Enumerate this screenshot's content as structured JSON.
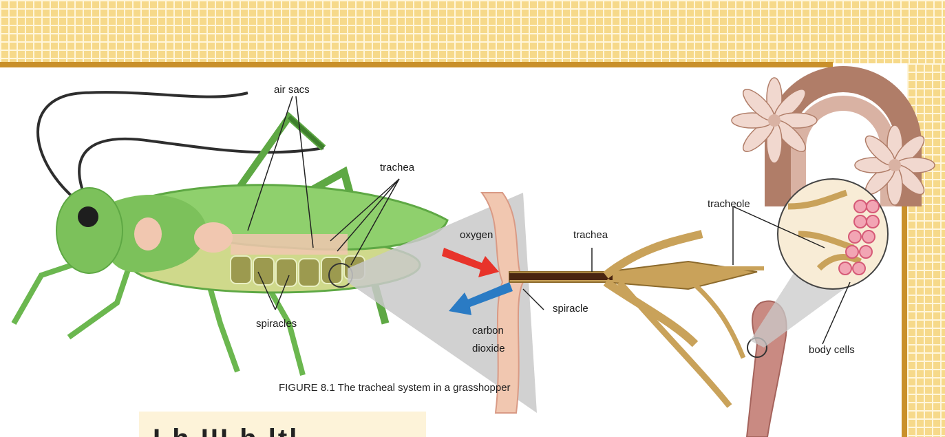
{
  "labels": {
    "air_sacs": "air sacs",
    "trachea_left": "trachea",
    "spiracles": "spiracles",
    "oxygen": "oxygen",
    "trachea_mid": "trachea",
    "spiracle": "spiracle",
    "carbon": "carbon",
    "dioxide": "dioxide",
    "tracheole": "tracheole",
    "body_cells": "body cells"
  },
  "caption": "FIGURE 8.1 The tracheal system in a grasshopper",
  "note": {
    "text": "I  h  III  h  ltl"
  },
  "colors": {
    "grid": "#f6d98a",
    "border": "#c9902a",
    "grasshopper": "#7cc15b",
    "trachea": "#c9a25a",
    "oxygen_arrow": "#e8332a",
    "co2_arrow": "#2a7bc4",
    "skin": "#f1c7b0",
    "cells": "#f2a5b4"
  }
}
